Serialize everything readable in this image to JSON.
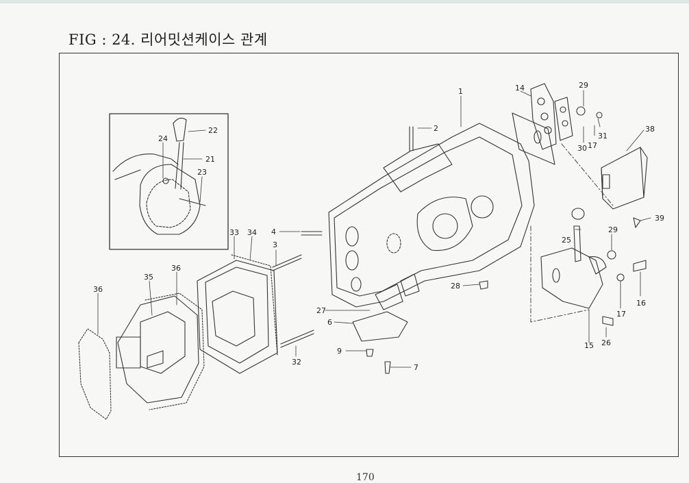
{
  "title": "FIG : 24. 리어밋션케이스 관계",
  "page_number": "170",
  "callouts": [
    "1",
    "2",
    "3",
    "4",
    "6",
    "7",
    "9",
    "14",
    "15",
    "16",
    "17",
    "17",
    "21",
    "22",
    "23",
    "24",
    "25",
    "26",
    "27",
    "28",
    "29",
    "29",
    "30",
    "31",
    "32",
    "33",
    "34",
    "35",
    "36",
    "36",
    "38",
    "39"
  ]
}
